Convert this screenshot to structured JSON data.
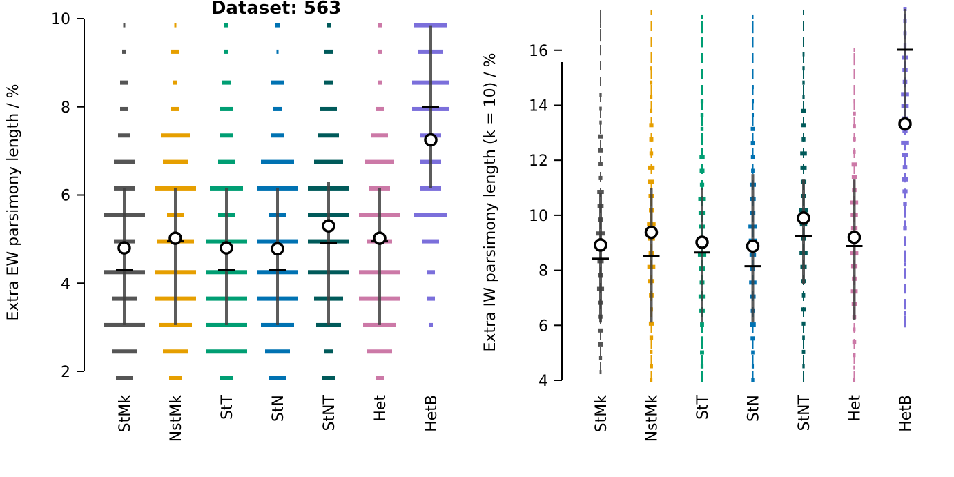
{
  "chart_data": [
    {
      "type": "strip",
      "title": "Dataset: 563",
      "ylabel": "Extra EW parsimony length / %",
      "xlabel": "",
      "ylim": [
        2,
        10
      ],
      "yticks": [
        2,
        4,
        6,
        8,
        10
      ],
      "categories": [
        "StMk",
        "NstMk",
        "StT",
        "StN",
        "StNT",
        "Het",
        "HetB"
      ],
      "colors": [
        "#555555",
        "#E69F00",
        "#009E73",
        "#0072B2",
        "#005A5A",
        "#CC79A7",
        "#7B6FDB"
      ],
      "levels": [
        1.85,
        2.45,
        3.05,
        3.65,
        4.25,
        4.95,
        5.55,
        6.15,
        6.75,
        7.35,
        7.95,
        8.55,
        9.25,
        9.85
      ],
      "frequencies": [
        [
          4,
          6,
          10,
          6,
          10,
          5,
          10,
          5,
          5,
          3,
          2,
          2,
          1,
          0.5
        ],
        [
          3,
          6,
          8,
          10,
          10,
          9,
          4,
          10,
          6,
          7,
          2,
          1,
          2,
          0.5
        ],
        [
          3,
          10,
          10,
          10,
          10,
          10,
          4,
          8,
          4,
          3,
          3,
          2,
          1,
          1
        ],
        [
          4,
          6,
          8,
          10,
          10,
          10,
          4,
          10,
          8,
          3,
          2,
          3,
          0.5,
          1
        ],
        [
          3,
          2,
          6,
          7,
          10,
          10,
          10,
          10,
          7,
          5,
          4,
          2,
          2,
          1
        ],
        [
          2,
          6,
          8,
          10,
          10,
          6,
          10,
          5,
          7,
          4,
          2,
          1,
          1,
          1
        ],
        [
          0,
          0,
          1,
          2,
          2,
          4,
          8,
          5,
          5,
          5,
          9,
          9,
          6,
          8
        ]
      ],
      "means": [
        4.8,
        5.02,
        4.8,
        4.78,
        5.3,
        5.02,
        7.25
      ],
      "medians": [
        4.3,
        4.95,
        4.3,
        4.3,
        4.92,
        4.95,
        8.0
      ],
      "lower": [
        3.05,
        3.05,
        3.05,
        3.05,
        3.05,
        3.05,
        6.15
      ],
      "upper": [
        6.15,
        6.15,
        6.15,
        6.15,
        6.3,
        6.15,
        9.85
      ]
    },
    {
      "type": "strip",
      "title": "",
      "ylabel": "Extra IW parsimony length (k = 10) / %",
      "xlabel": "",
      "ylim": [
        4,
        17.5
      ],
      "yticks": [
        4,
        6,
        8,
        10,
        12,
        14,
        16
      ],
      "categories": [
        "StMk",
        "NstMk",
        "StT",
        "StN",
        "StNT",
        "Het",
        "HetB"
      ],
      "colors": [
        "#555555",
        "#E69F00",
        "#009E73",
        "#0072B2",
        "#005A5A",
        "#CC79A7",
        "#7B6FDB"
      ],
      "ranges": [
        [
          4.3,
          17.4
        ],
        [
          4.0,
          17.4
        ],
        [
          4.0,
          17.2
        ],
        [
          4.0,
          17.2
        ],
        [
          4.0,
          17.4
        ],
        [
          4.0,
          16.0
        ],
        [
          6.0,
          17.5
        ]
      ],
      "means": [
        8.92,
        9.38,
        9.02,
        8.88,
        9.9,
        9.2,
        13.32
      ],
      "medians": [
        8.42,
        8.52,
        8.65,
        8.15,
        9.25,
        8.88,
        16.02
      ],
      "lower": [
        6.1,
        6.1,
        6.1,
        6.1,
        7.5,
        6.2,
        13.3
      ],
      "upper": [
        10.8,
        11.0,
        11.0,
        11.5,
        11.3,
        11.3,
        17.5
      ]
    }
  ]
}
